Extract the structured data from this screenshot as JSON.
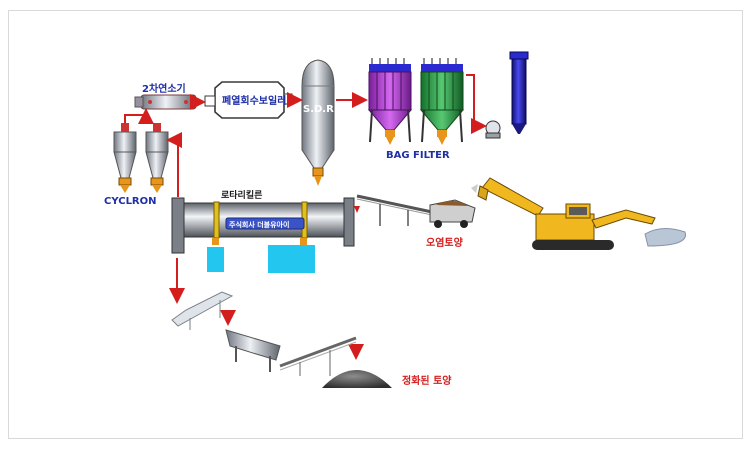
{
  "labels": {
    "secondary_combustor": "2차연소기",
    "waste_heat_boiler": "폐열회수보일러",
    "sdr": "S.D.R",
    "bag_filter": "BAG FILTER",
    "cyclone": "CYCLRON",
    "rotary_kiln": "로타리킬른",
    "kiln_company": "주식회사 더블유아이",
    "contaminated_soil": "오염토양",
    "purified_soil": "정화된 토양"
  },
  "colors": {
    "flow_arrow": "#d41d1d",
    "label_blue": "#1f2fa8",
    "equipment_purple": "#a335c4",
    "equipment_green": "#1f8f3a",
    "bag_filter_blue": "#2a2ad0",
    "cyclone_silver": "#b8c0cc",
    "hopper_orange": "#e8951c",
    "excavator_yellow": "#f0b81e",
    "cooling_cyan": "#22c6ee"
  }
}
